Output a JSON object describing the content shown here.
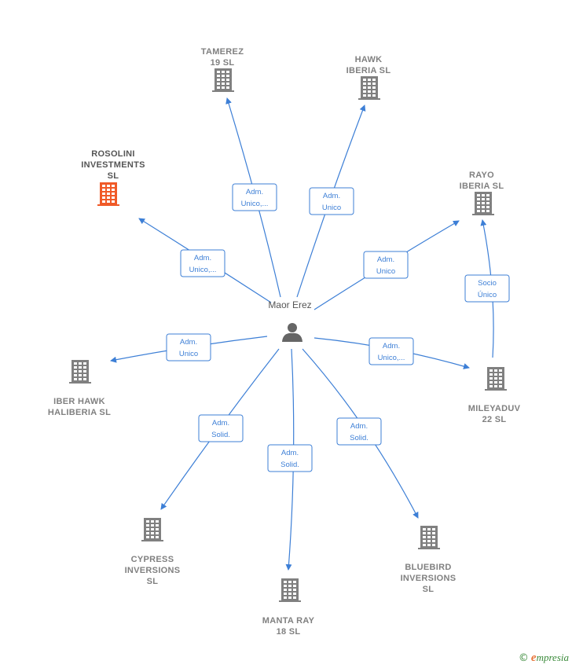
{
  "colors": {
    "edge": "#3d7fd6",
    "building_default": "#808080",
    "building_highlight": "#f05a28",
    "label_default": "#808080",
    "label_highlight": "#555555",
    "person": "#666666"
  },
  "person": {
    "name": "Maor Erez",
    "icon": "person-icon"
  },
  "companies": [
    {
      "id": "tamerez",
      "lines": [
        "TAMEREZ",
        "19  SL"
      ],
      "highlight": false
    },
    {
      "id": "hawk",
      "lines": [
        "HAWK",
        "IBERIA  SL"
      ],
      "highlight": false
    },
    {
      "id": "rosolini",
      "lines": [
        "ROSOLINI",
        "INVESTMENTS",
        "SL"
      ],
      "highlight": true
    },
    {
      "id": "rayo",
      "lines": [
        "RAYO",
        "IBERIA  SL"
      ],
      "highlight": false
    },
    {
      "id": "iberhawk",
      "lines": [
        "IBER HAWK",
        "HALIBERIA  SL"
      ],
      "highlight": false
    },
    {
      "id": "mileyaduv",
      "lines": [
        "MILEYADUV",
        "22  SL"
      ],
      "highlight": false
    },
    {
      "id": "cypress",
      "lines": [
        "CYPRESS",
        "INVERSIONS",
        "SL"
      ],
      "highlight": false
    },
    {
      "id": "mantaray",
      "lines": [
        "MANTA RAY",
        "18  SL"
      ],
      "highlight": false
    },
    {
      "id": "bluebird",
      "lines": [
        "BLUEBIRD",
        "INVERSIONS",
        "SL"
      ],
      "highlight": false
    }
  ],
  "relations": [
    {
      "from": "person",
      "to": "tamerez",
      "lines": [
        "Adm.",
        "Unico,..."
      ]
    },
    {
      "from": "person",
      "to": "hawk",
      "lines": [
        "Adm.",
        "Unico"
      ]
    },
    {
      "from": "person",
      "to": "rosolini",
      "lines": [
        "Adm.",
        "Unico,..."
      ]
    },
    {
      "from": "person",
      "to": "rayo",
      "lines": [
        "Adm.",
        "Unico"
      ]
    },
    {
      "from": "person",
      "to": "iberhawk",
      "lines": [
        "Adm.",
        "Unico"
      ]
    },
    {
      "from": "person",
      "to": "mileyaduv",
      "lines": [
        "Adm.",
        "Unico,..."
      ]
    },
    {
      "from": "person",
      "to": "cypress",
      "lines": [
        "Adm.",
        "Solid."
      ]
    },
    {
      "from": "person",
      "to": "mantaray",
      "lines": [
        "Adm.",
        "Solid."
      ]
    },
    {
      "from": "person",
      "to": "bluebird",
      "lines": [
        "Adm.",
        "Solid."
      ]
    },
    {
      "from": "mileyaduv",
      "to": "rayo",
      "lines": [
        "Socio",
        "Único"
      ]
    }
  ],
  "footer": {
    "copyright_symbol": "©",
    "brand_initial": "e",
    "brand_rest": "mpresia"
  }
}
